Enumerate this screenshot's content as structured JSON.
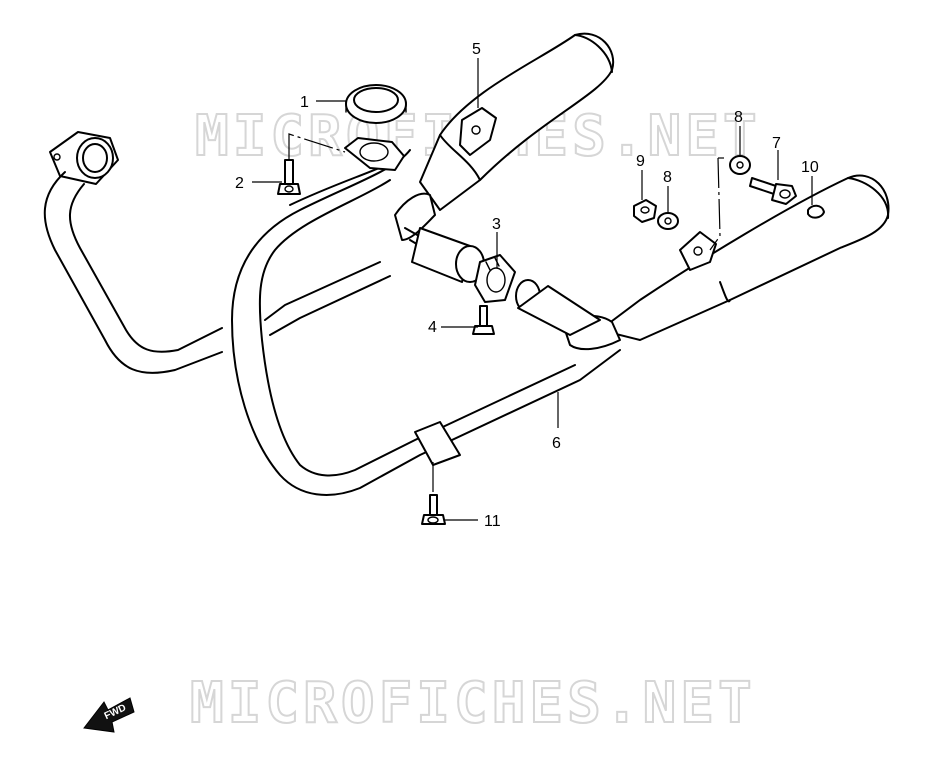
{
  "watermarks": [
    {
      "id": "wm-top",
      "text": "MICROFICHES.NET"
    },
    {
      "id": "wm-bottom",
      "text": "MICROFICHES.NET"
    }
  ],
  "fwd_badge": {
    "text": "FWD"
  },
  "parts": [
    {
      "id": "p1",
      "number": "1"
    },
    {
      "id": "p2",
      "number": "2"
    },
    {
      "id": "p3",
      "number": "3"
    },
    {
      "id": "p4",
      "number": "4"
    },
    {
      "id": "p5",
      "number": "5"
    },
    {
      "id": "p6",
      "number": "6"
    },
    {
      "id": "p7",
      "number": "7"
    },
    {
      "id": "p8a",
      "number": "8"
    },
    {
      "id": "p8b",
      "number": "8"
    },
    {
      "id": "p9",
      "number": "9"
    },
    {
      "id": "p10",
      "number": "10"
    },
    {
      "id": "p11",
      "number": "11"
    }
  ]
}
